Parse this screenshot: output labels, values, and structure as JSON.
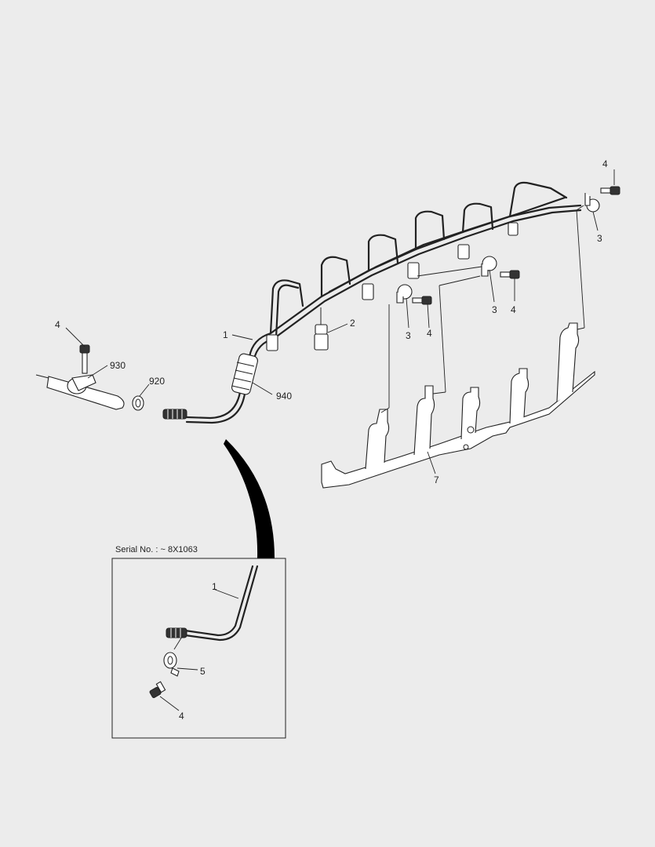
{
  "inset": {
    "title": "Serial No. : ~ 8X1063"
  },
  "callouts": {
    "c1": "1",
    "c2": "2",
    "c3a": "3",
    "c3b": "3",
    "c3c": "3",
    "c4a": "4",
    "c4b": "4",
    "c4c": "4",
    "c4d": "4",
    "c7": "7",
    "c920": "920",
    "c930": "930",
    "c940": "940",
    "inset_c1": "1",
    "inset_c4": "4",
    "inset_c5": "5"
  }
}
